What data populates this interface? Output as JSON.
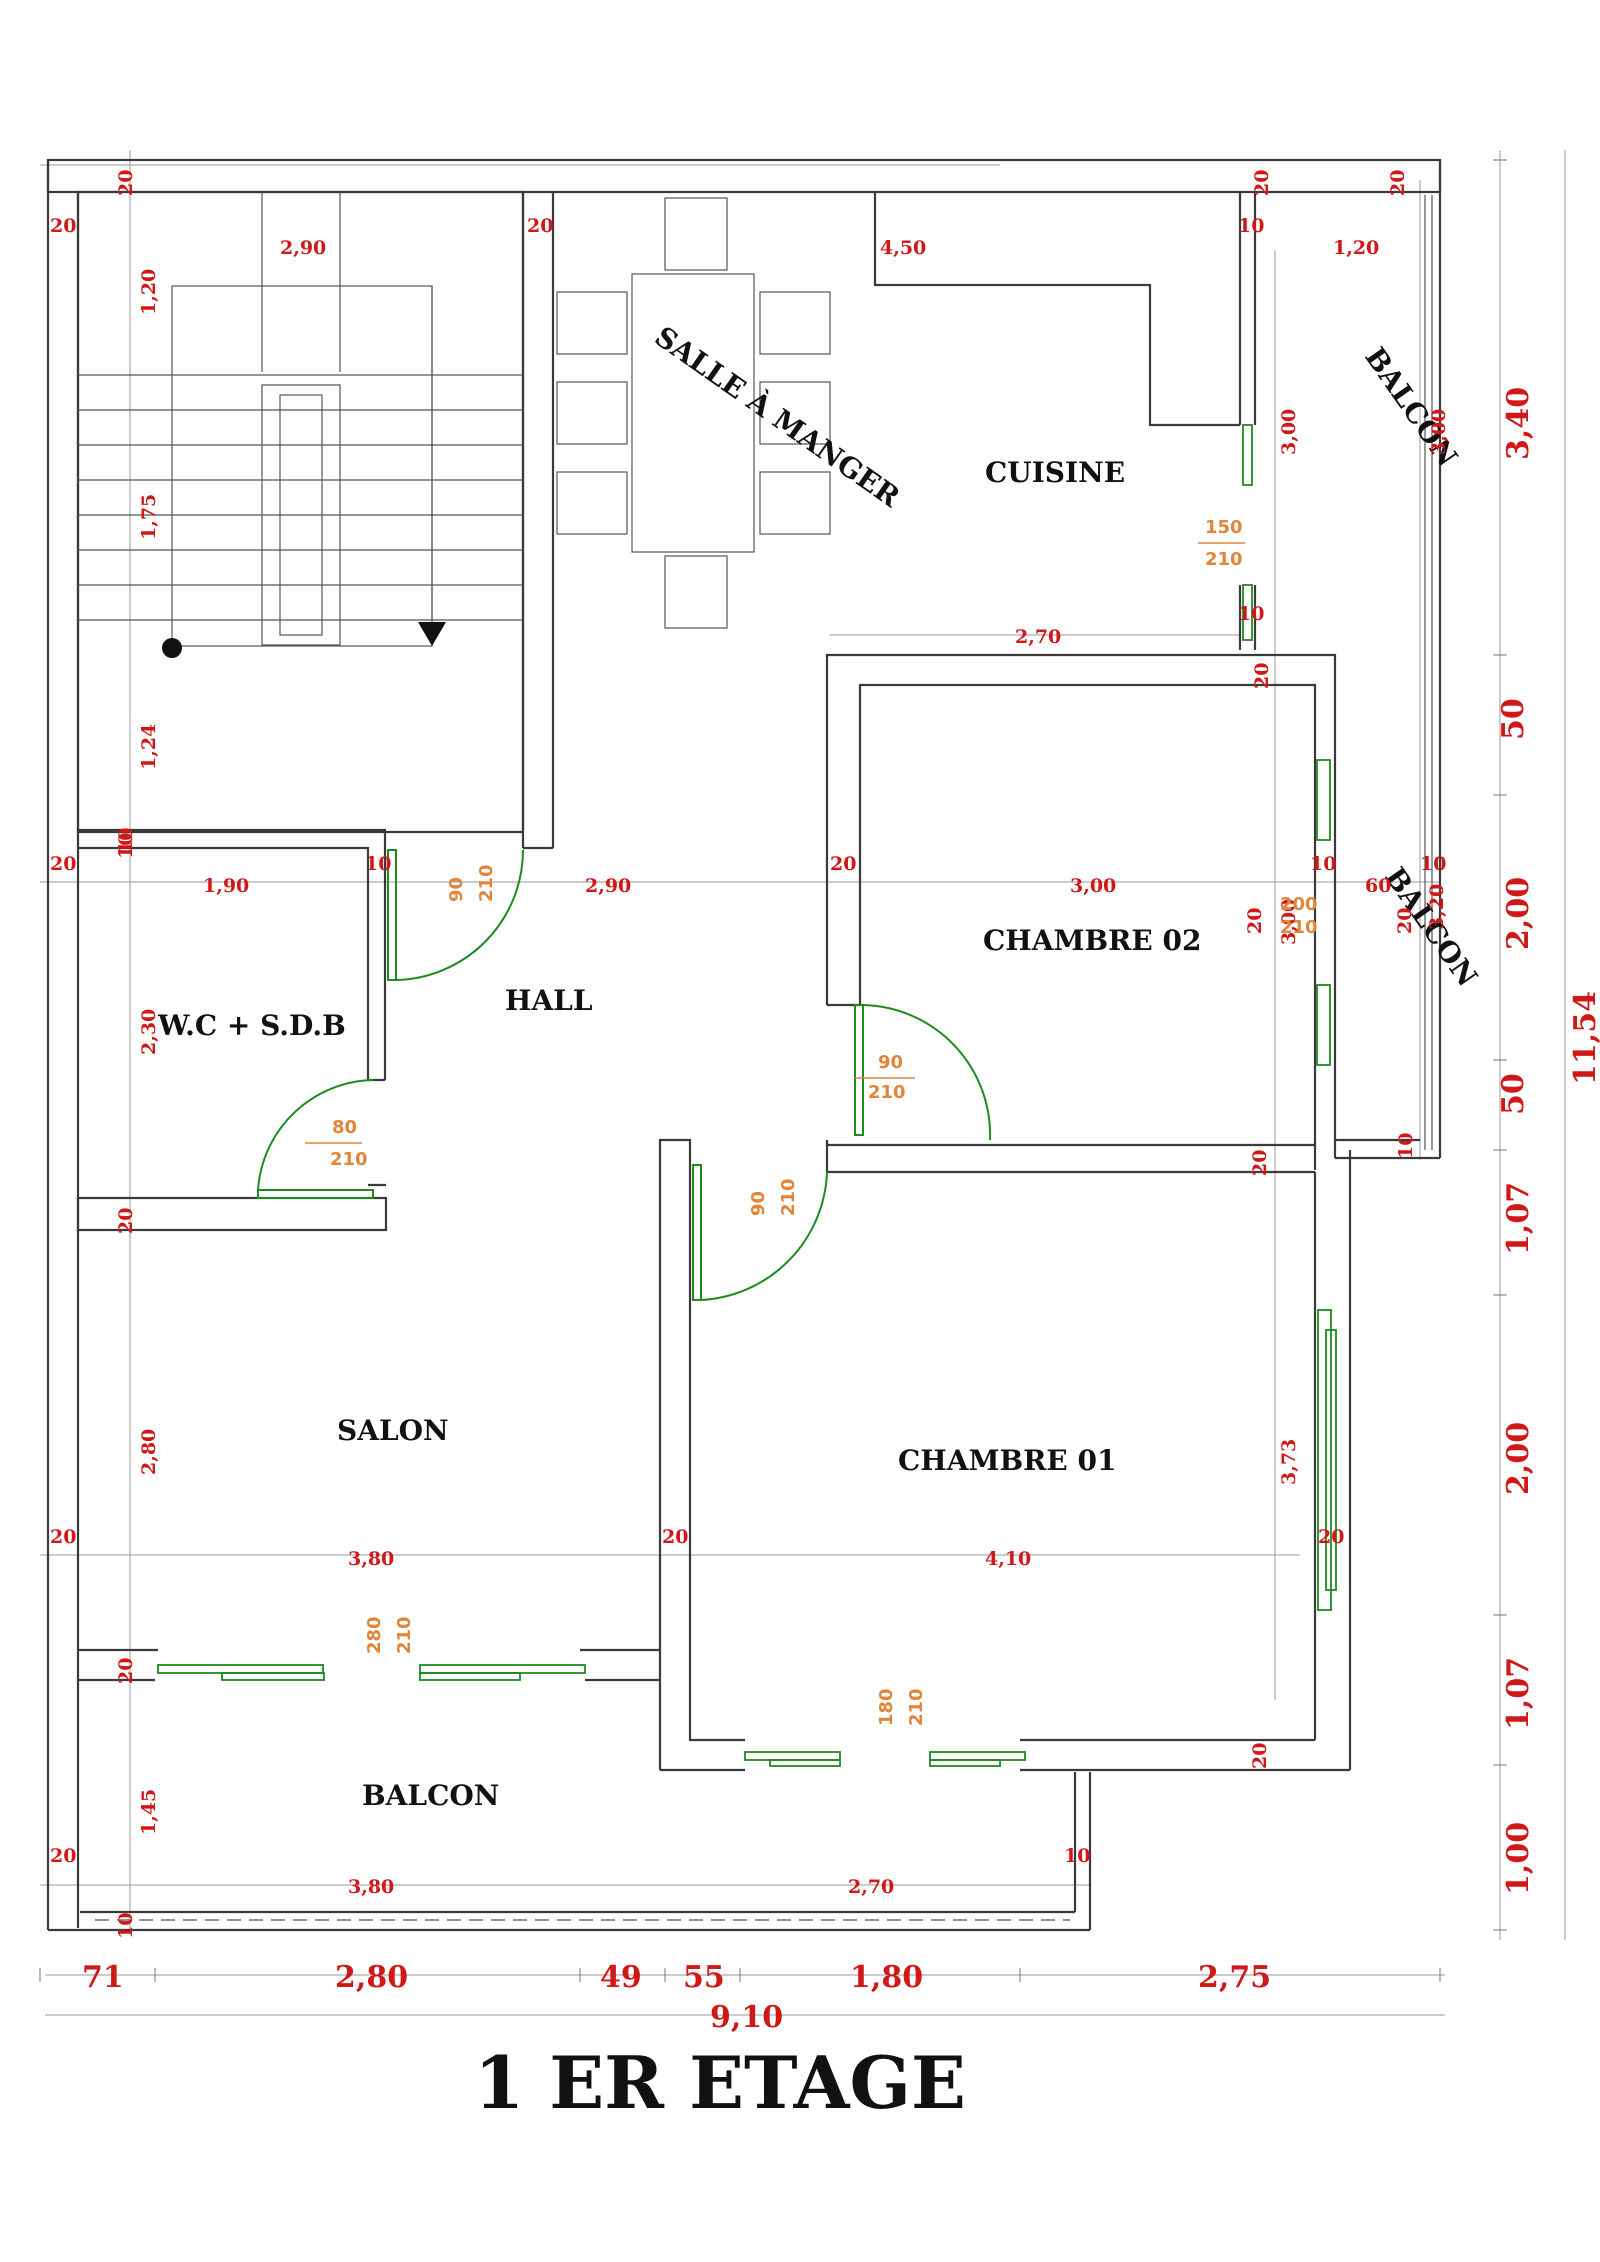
{
  "title": "1 ER ETAGE",
  "rooms": {
    "salle": "SALLE À MANGER",
    "cuisine": "CUISINE",
    "balcon_top": "BALCON",
    "balcon_mid": "BALCON",
    "balcon_bottom": "BALCON",
    "chambre02": "CHAMBRE 02",
    "chambre01": "CHAMBRE 01",
    "hall": "HALL",
    "wc": "W.C + S.D.B",
    "salon": "SALON"
  },
  "dims_top": {
    "d1": "2,90",
    "d2": "4,50",
    "d3": "1,20"
  },
  "dims_thickness": [
    "20",
    "20",
    "20",
    "20",
    "10",
    "20",
    "10",
    "20",
    "20",
    "10",
    "20",
    "10",
    "10",
    "20",
    "20",
    "20",
    "20",
    "20",
    "10",
    "10",
    "20",
    "20",
    "20",
    "10",
    "20",
    "20",
    "10",
    "10"
  ],
  "dims_mid": {
    "d1": "1,90",
    "d2": "2,90",
    "d3": "3,00",
    "d4": "60",
    "d5": "2,70"
  },
  "dims_low": {
    "d1": "3,80",
    "d2": "4,10"
  },
  "dims_bottom": {
    "d1": "3,80",
    "d2": "2,70"
  },
  "dims_vertical_left": {
    "v1": "1,20",
    "v2": "1,75",
    "v3": "1,24",
    "v4": "2,30",
    "v5": "2,80",
    "v6": "1,45"
  },
  "dims_vertical_inner": {
    "v1": "3,00",
    "v2": "3,00",
    "v3": "3,00",
    "v4": "3,20",
    "v5": "3,73"
  },
  "dims_right": {
    "r1": "3,40",
    "r2": "50",
    "r3": "2,00",
    "r4": "50",
    "r5": "1,07",
    "r6": "2,00",
    "r7": "1,07",
    "r8": "1,00",
    "total": "11,54"
  },
  "dims_footer": {
    "f1": "71",
    "f2": "2,80",
    "f3": "49",
    "f4": "55",
    "f5": "1,80",
    "f6": "2,75",
    "total": "9,10"
  },
  "openings": {
    "o1": {
      "w": "150",
      "h": "210"
    },
    "o2": {
      "w": "90",
      "h": "210"
    },
    "o3": {
      "w": "80",
      "h": "210"
    },
    "o4": {
      "w": "90",
      "h": "210"
    },
    "o5": {
      "w": "90",
      "h": "210"
    },
    "o6": {
      "w": "200",
      "h": "210"
    },
    "o7": {
      "w": "280",
      "h": "210"
    },
    "o8": {
      "w": "180",
      "h": "210"
    }
  }
}
